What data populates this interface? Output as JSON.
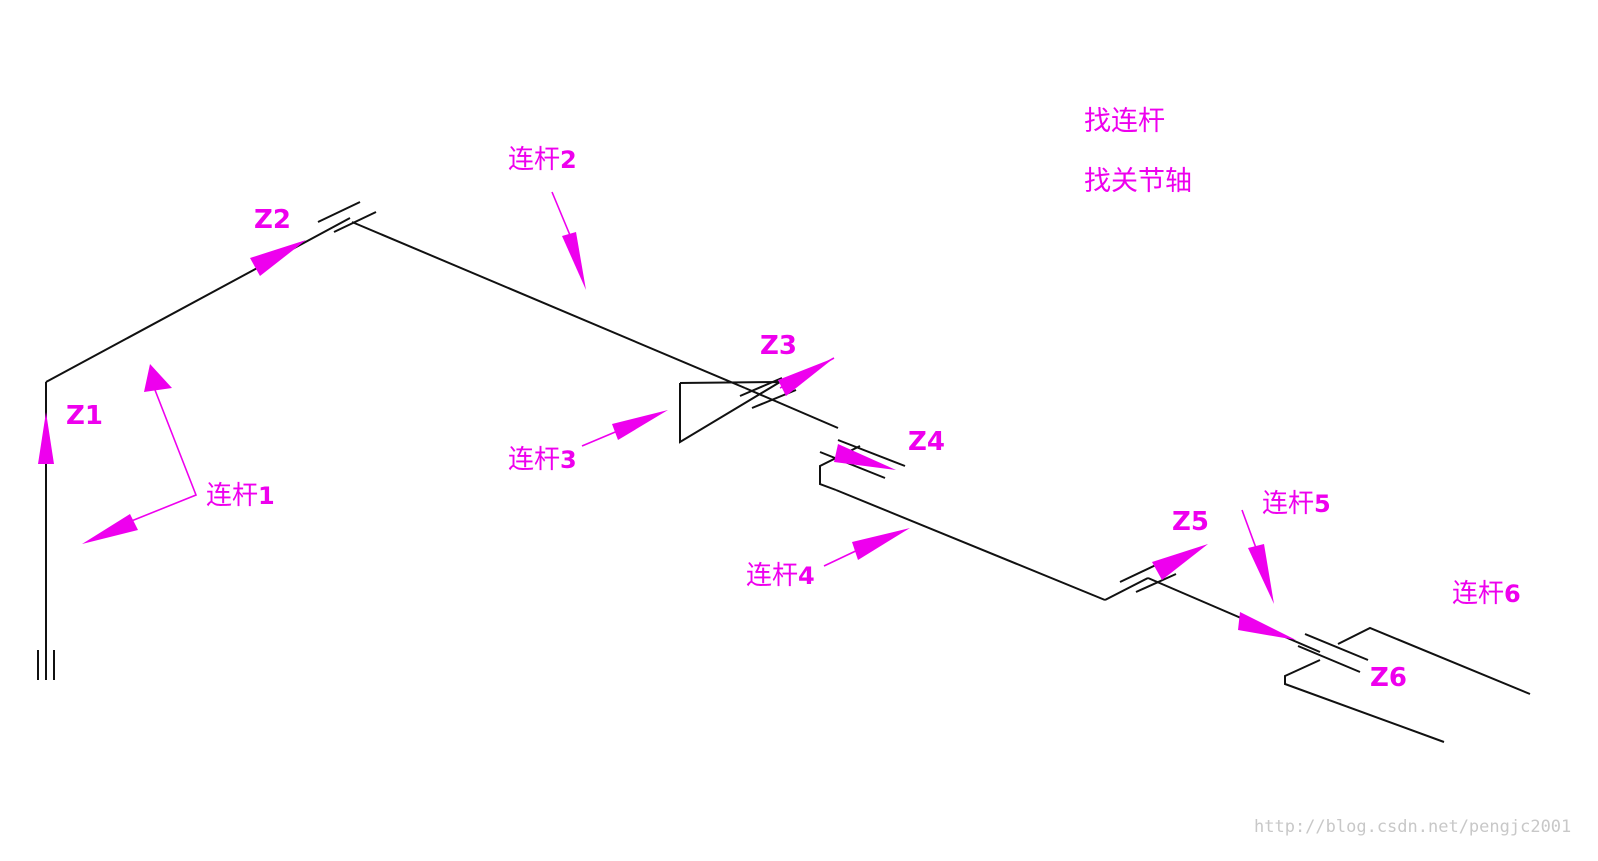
{
  "joints": {
    "z1": "Z1",
    "z2": "Z2",
    "z3": "Z3",
    "z4": "Z4",
    "z5": "Z5",
    "z6": "Z6"
  },
  "links": {
    "link1": {
      "text": "连杆",
      "num": "1"
    },
    "link2": {
      "text": "连杆",
      "num": "2"
    },
    "link3": {
      "text": "连杆",
      "num": "3"
    },
    "link4": {
      "text": "连杆",
      "num": "4"
    },
    "link5": {
      "text": "连杆",
      "num": "5"
    },
    "link6": {
      "text": "连杆",
      "num": "6"
    }
  },
  "notes": {
    "find_links": "找连杆",
    "find_axes": "找关节轴"
  },
  "watermark": "http://blog.csdn.net/pengjc2001",
  "colors": {
    "annotation": "#ee00ee",
    "structure": "#111111",
    "background": "#ffffff"
  }
}
